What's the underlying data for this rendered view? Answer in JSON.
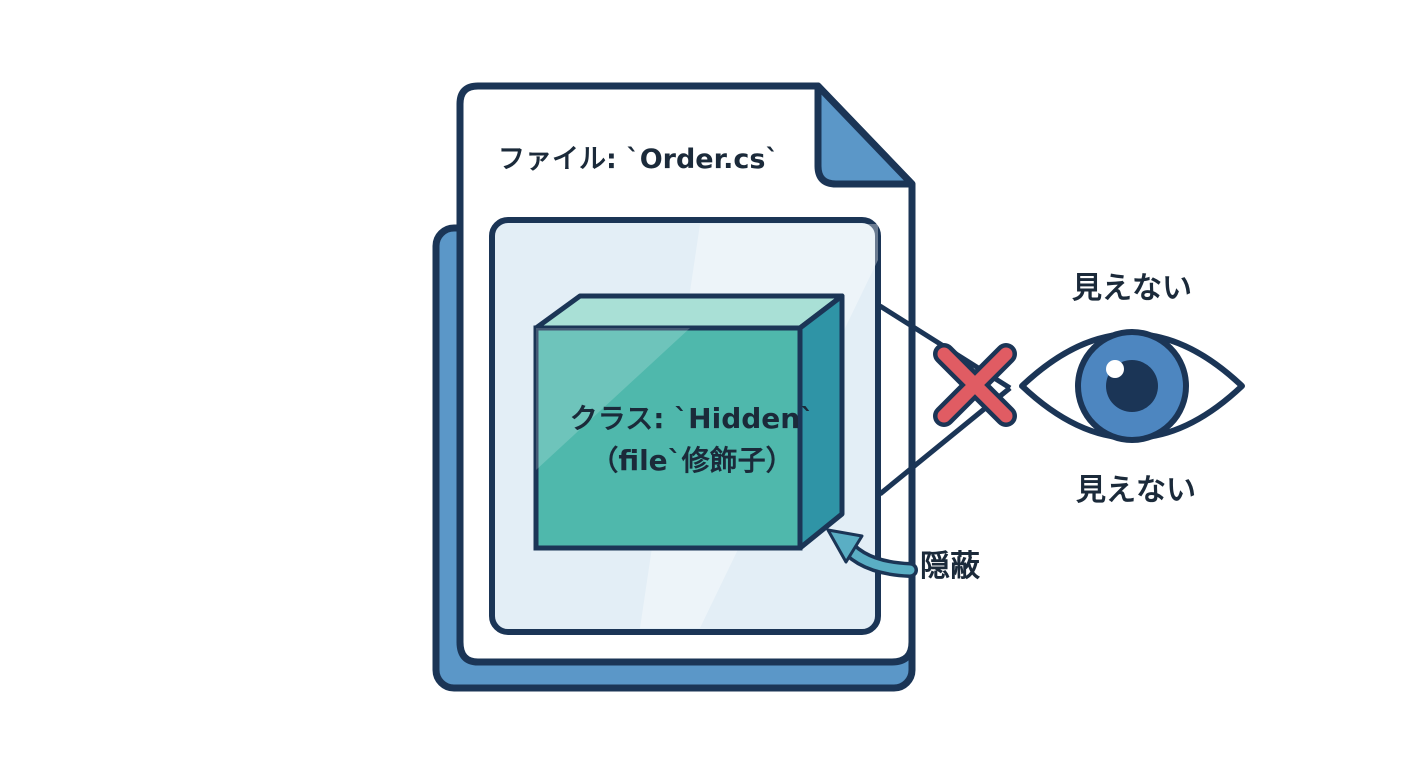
{
  "file": {
    "title": "ファイル: `Order.cs`"
  },
  "hidden_class": {
    "line1": "クラス: `Hidden`",
    "line2": "（file`修飾子）"
  },
  "observer": {
    "label_top": "見えない",
    "label_bottom": "見えない"
  },
  "shield": {
    "label": "隠蔽"
  },
  "colors": {
    "outline": "#1b3556",
    "file_blue": "#5b97c8",
    "panel_fill": "#e3eef6",
    "box_front": "#4fb8ac",
    "box_top": "#a9e0d6",
    "box_side": "#2f94a6",
    "block_mark": "#e05c63",
    "eye_iris": "#4d86c0",
    "arrow": "#5aaec4"
  },
  "icons": [
    "document-icon",
    "eye-icon",
    "blocked-x-icon",
    "curved-arrow-icon"
  ]
}
